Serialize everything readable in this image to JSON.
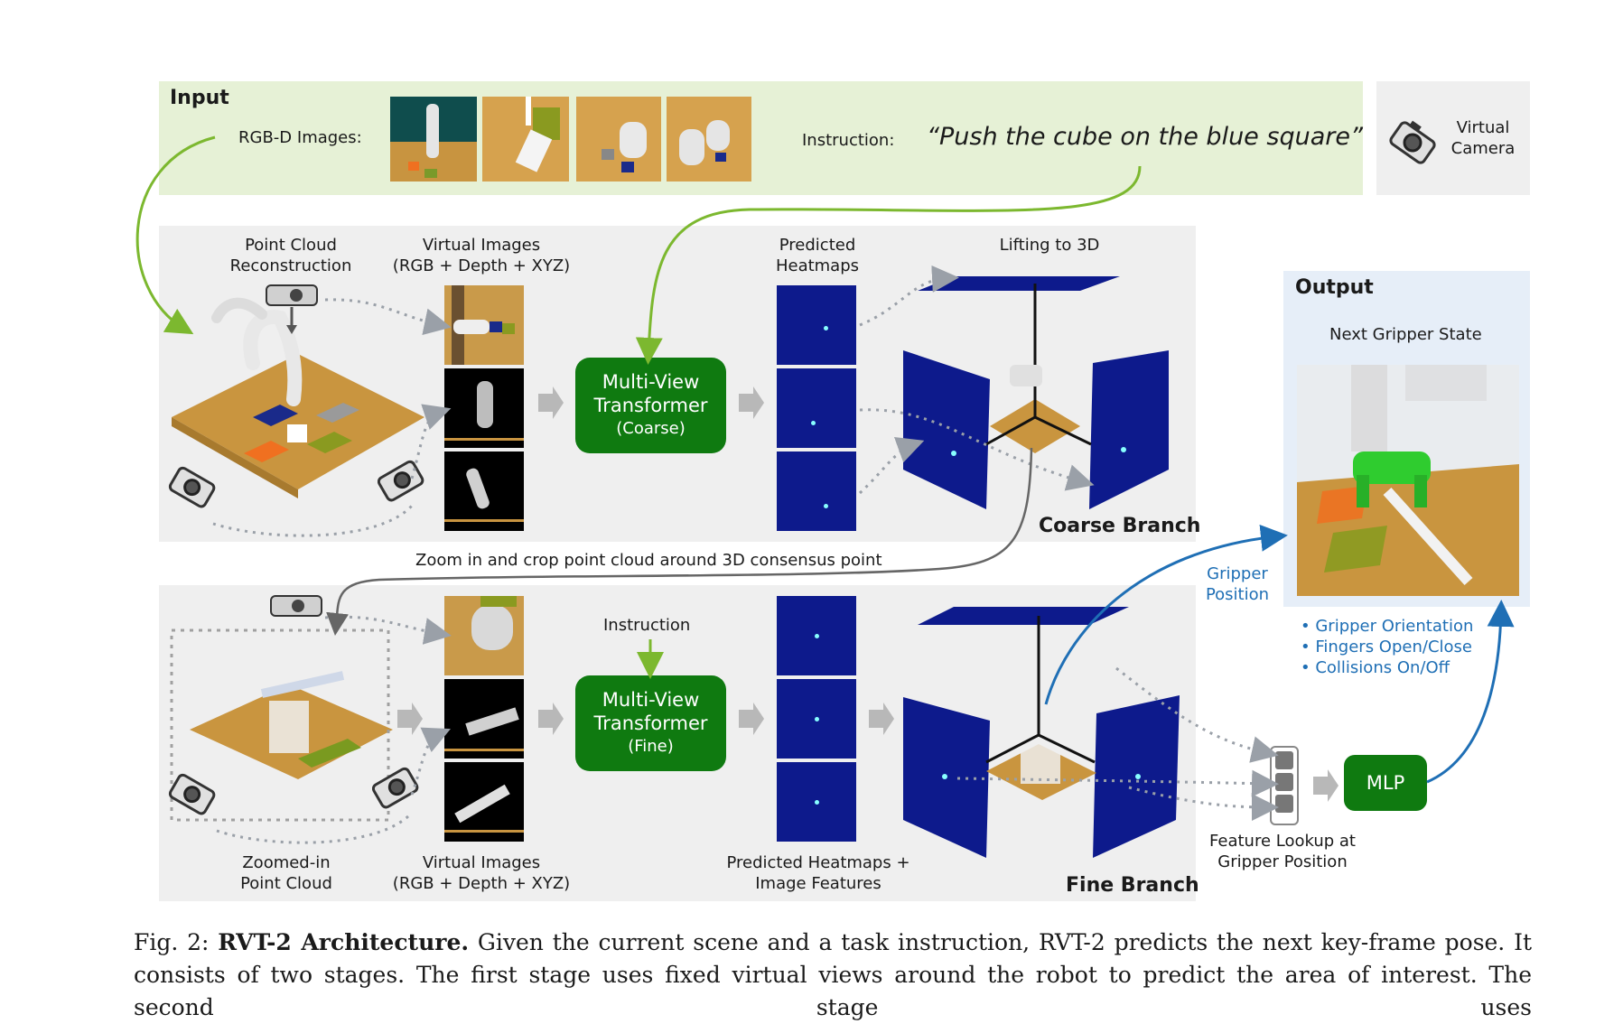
{
  "input": {
    "title": "Input",
    "rgbd_label": "RGB-D Images:",
    "instruction_label": "Instruction:",
    "instruction_text": "“Push the cube on the blue square”"
  },
  "virtual_camera": {
    "label": "Virtual\nCamera"
  },
  "coarse": {
    "pc_label": "Point Cloud\nReconstruction",
    "vi_label": "Virtual Images\n(RGB + Depth + XYZ)",
    "transformer_l1": "Multi-View",
    "transformer_l2": "Transformer",
    "transformer_l3": "(Coarse)",
    "heatmaps_label": "Predicted\nHeatmaps",
    "lift_label": "Lifting to 3D",
    "branch_label": "Coarse Branch"
  },
  "zoom_label": "Zoom in and crop point cloud around 3D consensus point",
  "fine": {
    "pc_label": "Zoomed-in\nPoint Cloud",
    "vi_label": "Virtual Images\n(RGB + Depth + XYZ)",
    "instruction_label": "Instruction",
    "transformer_l1": "Multi-View",
    "transformer_l2": "Transformer",
    "transformer_l3": "(Fine)",
    "heatmaps_label": "Predicted Heatmaps +\nImage Features",
    "branch_label": "Fine Branch"
  },
  "output": {
    "title": "Output",
    "next_state": "Next Gripper State",
    "gripper_position": "Gripper\nPosition",
    "bullets": [
      "Gripper Orientation",
      "Fingers Open/Close",
      "Collisions On/Off"
    ],
    "mlp": "MLP",
    "feature_lookup": "Feature Lookup at\nGripper Position"
  },
  "caption": {
    "prefix": "Fig. 2: ",
    "bold": "RVT-2 Architecture.",
    "text": " Given the current scene and a task instruction, RVT-2 predicts the next key-frame pose. It consists of two stages. The first stage uses fixed virtual views around the robot to predict the area of interest. The second stage uses"
  },
  "colors": {
    "green_accent": "#7cb82f",
    "transformer_green": "#0f7a10",
    "heatmap_blue": "#0d1a8c",
    "output_blue": "#1f6fb5",
    "dotted_gray": "#9aa0a8"
  }
}
